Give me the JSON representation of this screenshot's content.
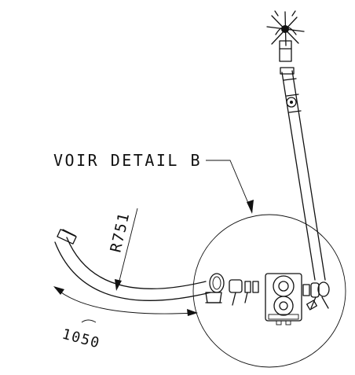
{
  "callout": {
    "label": "VOIR DETAIL B"
  },
  "dimensions": {
    "radius": "R751",
    "arc_length": "1050"
  }
}
